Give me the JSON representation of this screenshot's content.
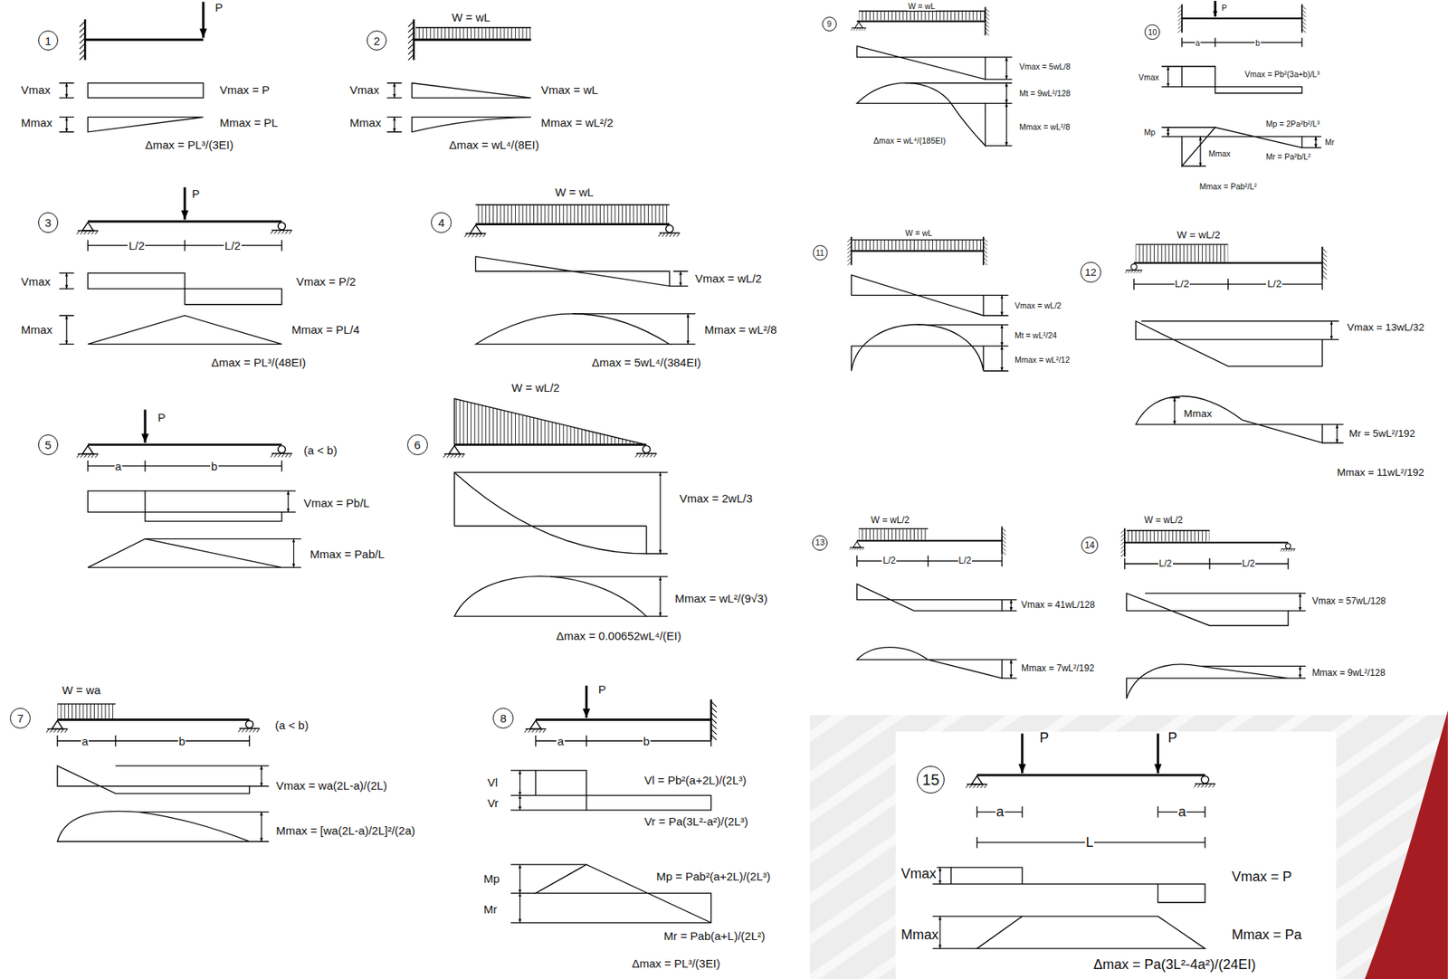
{
  "diagram": {
    "nodes": [
      {
        "text": [
          "1"
        ]
      },
      {
        "text": [
          "2"
        ]
      },
      {
        "text": [
          "3"
        ]
      },
      {
        "text": [
          "4"
        ]
      },
      {
        "text": [
          "5"
        ]
      },
      {
        "text": [
          "6"
        ]
      },
      {
        "text": [
          "7"
        ]
      },
      {
        "text": [
          "8"
        ]
      },
      {
        "text": [
          "9"
        ]
      },
      {
        "text": [
          "10"
        ]
      },
      {
        "text": [
          "11"
        ]
      },
      {
        "text": [
          "12"
        ]
      },
      {
        "text": [
          "13"
        ]
      },
      {
        "text": [
          "14"
        ]
      },
      {
        "text": [
          "15"
        ]
      }
    ],
    "labels": [
      "P",
      "Vmax",
      "Vmax = P",
      "Mmax",
      "Mmax = PL",
      "Δmax = PL³/(3EI)",
      "W = wL",
      "Vmax",
      "Vmax = wL",
      "Mmax",
      "Mmax = wL²/2",
      "Δmax = wL⁴/(8EI)",
      "P",
      "L/2",
      "L/2",
      "Vmax",
      "Vmax = P/2",
      "Mmax",
      "Mmax = PL/4",
      "Δmax = PL³/(48EI)",
      "W = wL",
      "Vmax = wL/2",
      "Mmax = wL²/8",
      "Δmax = 5wL⁴/(384EI)",
      "P",
      "(a < b)",
      "a",
      "b",
      "Vmax = Pb/L",
      "Mmax = Pab/L",
      "W = wL/2",
      "Vmax = 2wL/3",
      "Mmax = wL²/(9√3)",
      "Δmax = 0.00652wL⁴/(EI)",
      "W = wa",
      "(a < b)",
      "a",
      "b",
      "Vmax = wa(2L-a)/(2L)",
      "Mmax = [wa(2L-a)/2L]²/(2a)",
      "P",
      "a",
      "b",
      "Vl",
      "Vr",
      "Vl = Pb²(a+2L)/(2L³)",
      "Vr = Pa(3L²-a²)/(2L³)",
      "Mp",
      "Mr",
      "Mp = Pab²(a+2L)/(2L³)",
      "Mr = Pab(a+L)/(2L²)",
      "Δmax = PL³/(3EI)",
      "W = wL",
      "Vmax = 5wL/8",
      "Mt = 9wL²/128",
      "Mmax = wL²/8",
      "Δmax = wL⁴/(185EI)",
      "P",
      "a",
      "b",
      "Vmax",
      "Vmax = Pb²(3a+b)/L³",
      "Mp",
      "Mp = 2Pa²b²/L³",
      "Mr",
      "Mr = Pa²b/L²",
      "Mmax",
      "Mmax = Pab²/L²",
      "W = wL",
      "Vmax = wL/2",
      "Mt = wL²/24",
      "Mmax = wL²/12",
      "W = wL/2",
      "L/2",
      "L/2",
      "Vmax = 13wL/32",
      "Mmax",
      "Mr = 5wL²/192",
      "Mmax = 11wL²/192",
      "W = wL/2",
      "L/2",
      "L/2",
      "Vmax = 41wL/128",
      "Mmax = 7wL²/192",
      "W = wL/2",
      "L/2",
      "L/2",
      "Vmax = 57wL/128",
      "Mmax = 9wL²/128",
      "P",
      "P",
      "a",
      "L",
      "a",
      "Vmax",
      "Vmax = P",
      "Mmax",
      "Mmax = Pa",
      "Δmax = Pa(3L²-4a²)/(24EI)"
    ]
  }
}
